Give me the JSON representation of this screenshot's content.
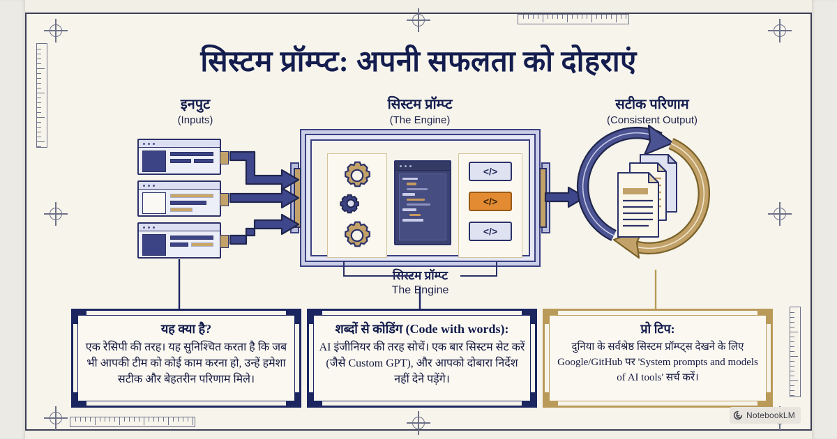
{
  "title": "सिस्टम प्रॉम्प्ट: अपनी सफलता को दोहराएं",
  "columns": {
    "input": {
      "hi": "इनपुट",
      "en": "(Inputs)"
    },
    "engine": {
      "hi": "सिस्टम प्रॉम्प्ट",
      "en": "(The Engine)"
    },
    "output": {
      "hi": "सटीक परिणाम",
      "en": "(Consistent Output)"
    }
  },
  "engine_caption": {
    "hi": "सिस्टम प्रॉम्प्ट",
    "en": "The Engine"
  },
  "code_boxes": [
    {
      "label": "</>",
      "highlight": false
    },
    {
      "label": "</>",
      "highlight": true
    },
    {
      "label": "</>",
      "highlight": false
    }
  ],
  "cards": [
    {
      "title": "यह क्या है?",
      "body": "एक रेसिपी की तरह। यह सुनिश्चित करता है कि जब भी आपकी टीम को कोई काम करना हो, उन्हें हमेशा सटीक और बेहतरीन परिणाम मिले।",
      "accent": "#1b2560"
    },
    {
      "title": "शब्दों से कोडिंग (Code with words):",
      "body": "AI इंजीनियर की तरह सोचें। एक बार सिस्टम सेट करें (जैसे Custom GPT), और आपको दोबारा निर्देश नहीं देने पड़ेंगे।",
      "accent": "#1b2560"
    },
    {
      "title": "प्रो टिप:",
      "body": "दुनिया के सर्वश्रेष्ठ सिस्टम प्रॉम्प्ट्स देखने के लिए Google/GitHub पर 'System prompts and models of AI tools' सर्च करें।",
      "accent": "#b99a58"
    }
  ],
  "watermark": {
    "label": "NotebookLM",
    "icon": "notebooklm-spiral-icon"
  },
  "icons": {
    "registration_mark": "registration-crosshair-icon",
    "ruler": "ruler-icon",
    "gear": "gear-icon",
    "code_window": "code-window-icon",
    "document_stack": "document-stack-icon",
    "cycle_arrow": "circular-arrow-icon",
    "flow_arrow": "arrow-right-icon"
  },
  "colors": {
    "background": "#f7f4ec",
    "outer_background": "#eceae4",
    "navy": "#1b2560",
    "navy_mid": "#3a4080",
    "gold": "#b99a58",
    "gold_light": "#c2a269",
    "orange": "#e28b32",
    "blueprint_line": "#6d7188"
  }
}
